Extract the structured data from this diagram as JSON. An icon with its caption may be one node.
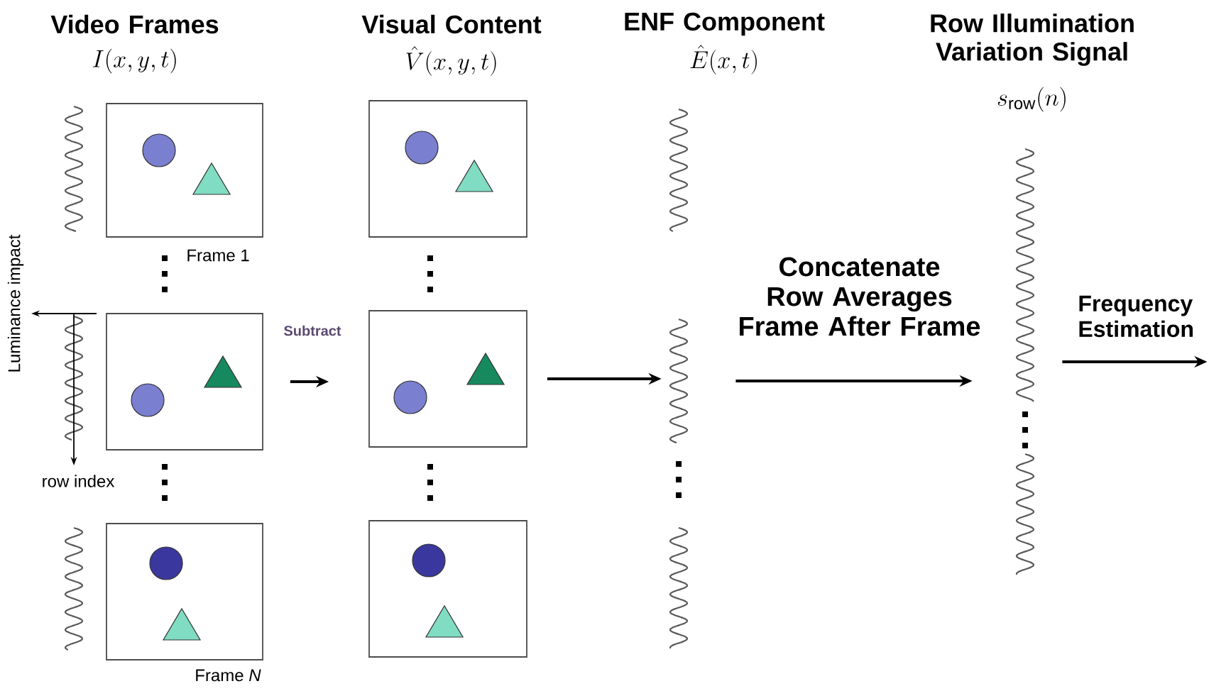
{
  "diagram": {
    "nodes": [
      {
        "text": [],
        "shape": "box",
        "beside": [
          "Frame 1"
        ]
      },
      {
        "text": [],
        "shape": "box"
      },
      {
        "text": [],
        "shape": "box",
        "beside": [
          "Frame *N*"
        ]
      },
      {
        "text": [],
        "shape": "box"
      },
      {
        "text": [],
        "shape": "box"
      },
      {
        "text": [],
        "shape": "box"
      },
      {
        "text": [],
        "shape": "wave"
      },
      {
        "text": [],
        "shape": "wave"
      },
      {
        "text": [],
        "shape": "wave"
      },
      {
        "text": [],
        "shape": "wave"
      }
    ],
    "edges": [
      {
        "from": 1,
        "to": 4,
        "arrow": "to",
        "label": "Subtract"
      },
      {
        "from": 4,
        "to": 7,
        "arrow": "to"
      },
      {
        "from": 7,
        "to": 9,
        "arrow": "to",
        "label": "Concatenate Row Averages Frame After Frame"
      },
      {
        "from": 9,
        "to": null,
        "arrow": "to",
        "label": "Frequency Estimation"
      }
    ],
    "labels": [
      "Video Frames",
      "I(x,y,t)",
      "Visual Content",
      "\\hat{V}(x,y,t)",
      "ENF Component",
      "\\hat{E}(x,t)",
      "Row Illumination Variation Signal",
      "s_{\\mathrm{row}}(n)",
      "Luminance impact",
      "row index"
    ]
  }
}
